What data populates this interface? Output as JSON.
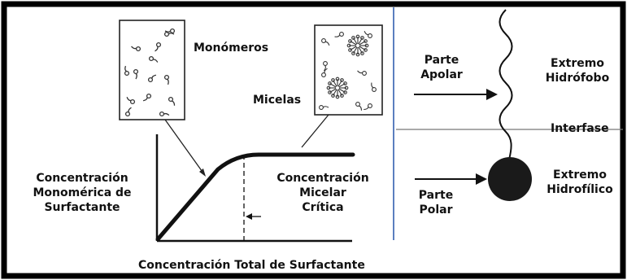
{
  "left_panel": {
    "monomers_label": "Monómeros",
    "micelles_label": "Micelas",
    "y_label_line1": "Concentración",
    "y_label_line2": "Monomérica de",
    "y_label_line3": "Surfactante",
    "cmc_line1": "Concentración",
    "cmc_line2": "Micelar",
    "cmc_line3": "Crítica",
    "x_label": "Concentración Total de Surfactante"
  },
  "right_panel": {
    "apolar_line1": "Parte",
    "apolar_line2": "Apolar",
    "hydrophobic_line1": "Extremo",
    "hydrophobic_line2": "Hidrófobo",
    "interface_label": "Interfase",
    "hydrophilic_line1": "Extremo",
    "hydrophilic_line2": "Hidrofílico",
    "polar_line1": "Parte",
    "polar_line2": "Polar"
  },
  "colors": {
    "frame": "#000000",
    "divider": "#5b7fbf",
    "ink": "#111111"
  }
}
